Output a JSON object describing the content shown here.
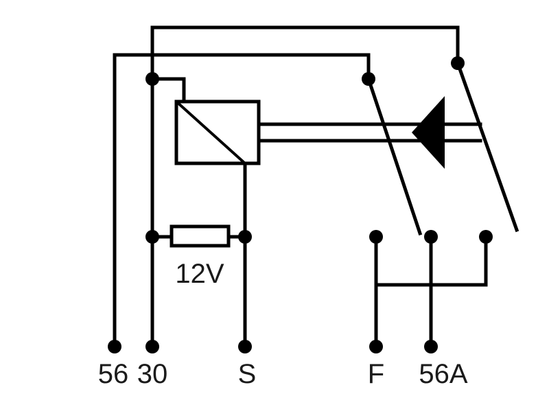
{
  "diagram": {
    "terminals": {
      "t56": "56",
      "t30": "30",
      "tS": "S",
      "tF": "F",
      "t56A": "56A"
    },
    "resistor_label": "12V"
  }
}
